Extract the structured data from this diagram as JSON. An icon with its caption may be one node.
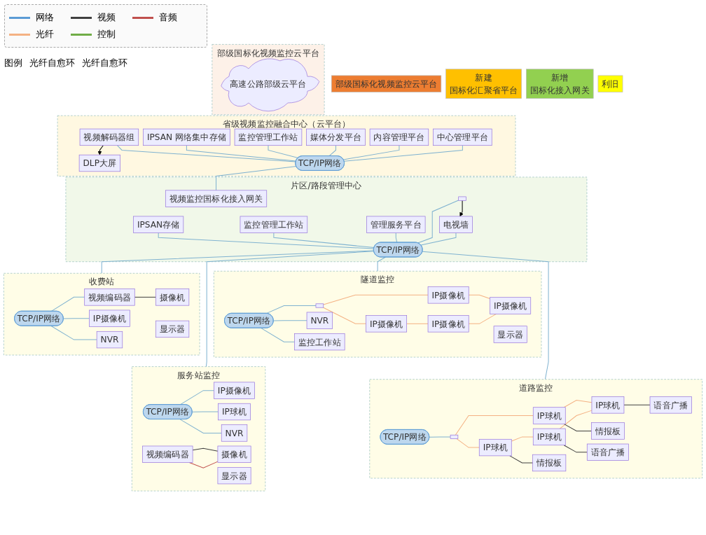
{
  "diagram": {
    "nodes": [
      {
        "text": [
          "部级国标化视频监控云平台"
        ]
      },
      {
        "text": [
          "高速公路部级云平台"
        ],
        "in": 0
      },
      {
        "text": [
          "省级视频监控融合中心（云平台）"
        ]
      },
      {
        "text": [
          "中心管理平台"
        ],
        "in": 2
      },
      {
        "text": [
          "内容管理平台"
        ],
        "in": 2
      },
      {
        "text": [
          "媒体分发平台"
        ],
        "in": 2
      },
      {
        "text": [
          "监控管理工作站"
        ],
        "in": 2
      },
      {
        "text": [
          "IPSAN 网络集中存储"
        ],
        "in": 2
      },
      {
        "text": [
          "视频解码器组"
        ],
        "in": 2
      },
      {
        "text": [
          "DLP大屏"
        ],
        "in": 2
      },
      {
        "text": [
          "TCP/IP网络"
        ],
        "in": 2
      },
      {
        "text": [
          "片区/路段管理中心"
        ]
      },
      {
        "text": [
          "电视墙"
        ],
        "in": 11
      },
      {
        "text": [],
        "shape": "box",
        "in": 11
      },
      {
        "text": [
          "管理服务平台"
        ],
        "in": 11
      },
      {
        "text": [
          "监控管理工作站"
        ],
        "in": 11
      },
      {
        "text": [
          "IPSAN存储"
        ],
        "in": 11
      },
      {
        "text": [
          "视频监控国标化接入网关"
        ],
        "in": 11
      },
      {
        "text": [
          "TCP/IP网络"
        ],
        "in": 11
      },
      {
        "text": [
          "收费站"
        ]
      },
      {
        "text": [
          "TCP/IP网络"
        ],
        "in": 19
      },
      {
        "text": [
          "摄像机"
        ],
        "in": 19
      },
      {
        "text": [
          "视频编码器"
        ],
        "in": 19
      },
      {
        "text": [
          "IP摄像机"
        ],
        "in": 19
      },
      {
        "text": [
          "NVR"
        ],
        "in": 19
      },
      {
        "text": [
          "显示器"
        ],
        "in": 19
      },
      {
        "text": [
          "隧道监控"
        ]
      },
      {
        "text": [
          "TCP/IP网络"
        ],
        "in": 26
      },
      {
        "text": [],
        "shape": "box",
        "in": 26
      },
      {
        "text": [
          "IP摄像机"
        ],
        "in": 26
      },
      {
        "text": [
          "IP摄像机"
        ],
        "in": 26
      },
      {
        "text": [
          "IP摄像机"
        ],
        "in": 26
      },
      {
        "text": [
          "IP摄像机"
        ],
        "in": 26
      },
      {
        "text": [
          "NVR"
        ],
        "in": 26
      },
      {
        "text": [
          "显示器"
        ],
        "in": 26
      },
      {
        "text": [
          "监控工作站"
        ],
        "in": 26
      },
      {
        "text": [
          "道路监控"
        ]
      },
      {
        "text": [
          "TCP/IP网络"
        ],
        "in": 36
      },
      {
        "text": [],
        "shape": "box",
        "in": 36
      },
      {
        "text": [
          "情报板"
        ],
        "in": 36
      },
      {
        "text": [
          "IP球机"
        ],
        "in": 36
      },
      {
        "text": [
          "IP球机"
        ],
        "in": 36
      },
      {
        "text": [
          "情报板"
        ],
        "in": 36
      },
      {
        "text": [
          "语音广播"
        ],
        "in": 36
      },
      {
        "text": [
          "IP球机"
        ],
        "in": 36
      },
      {
        "text": [
          "IP球机"
        ],
        "in": 36
      },
      {
        "text": [
          "语音广播"
        ],
        "in": 36
      },
      {
        "text": [
          "服务站监控"
        ]
      },
      {
        "text": [
          "TCP/IP网络"
        ],
        "in": 47
      },
      {
        "text": [
          "IP摄像机"
        ],
        "in": 47
      },
      {
        "text": [
          "IP球机"
        ],
        "in": 47
      },
      {
        "text": [
          "摄像机"
        ],
        "in": 47
      },
      {
        "text": [
          "视频编码器"
        ],
        "in": 47
      },
      {
        "text": [
          "NVR"
        ],
        "in": 47
      },
      {
        "text": [
          "显示器"
        ],
        "in": 47
      },
      {
        "text": [
          "部级国标化视频监控云平台"
        ]
      },
      {
        "text": [
          "新建",
          "国标化汇聚省平台"
        ]
      },
      {
        "text": [
          "新增",
          "国标化接入网关"
        ]
      },
      {
        "text": [
          "利旧"
        ]
      }
    ],
    "edges": [
      {
        "from": 3,
        "to": 10,
        "arrow": "none"
      },
      {
        "from": 4,
        "to": 10,
        "arrow": "none"
      },
      {
        "from": 5,
        "to": 10,
        "arrow": "none"
      },
      {
        "from": 6,
        "to": 10,
        "arrow": "none"
      },
      {
        "from": 7,
        "to": 10,
        "arrow": "none"
      },
      {
        "from": 8,
        "to": 10,
        "arrow": "none"
      },
      {
        "from": 8,
        "to": 9,
        "arrow": "to",
        "color": "#000000"
      },
      {
        "from": 10,
        "to": 17,
        "arrow": "none"
      },
      {
        "from": 13,
        "to": 12,
        "arrow": "to",
        "color": "#000000"
      },
      {
        "from": 12,
        "to": 18,
        "arrow": "none"
      },
      {
        "from": 13,
        "to": 18,
        "arrow": "none"
      },
      {
        "from": 14,
        "to": 18,
        "arrow": "none"
      },
      {
        "from": 15,
        "to": 18,
        "arrow": "none"
      },
      {
        "from": 16,
        "to": 18,
        "arrow": "none"
      },
      {
        "from": 18,
        "to": 19,
        "arrow": "none"
      },
      {
        "from": 18,
        "to": 26,
        "arrow": "none"
      },
      {
        "from": 18,
        "to": 36,
        "arrow": "none"
      },
      {
        "from": 18,
        "to": 47,
        "arrow": "none"
      },
      {
        "from": 20,
        "to": 22,
        "arrow": "none"
      },
      {
        "from": 20,
        "to": 23,
        "arrow": "none"
      },
      {
        "from": 20,
        "to": 24,
        "arrow": "none"
      },
      {
        "from": 22,
        "to": 21,
        "arrow": "none",
        "color": "#404040"
      },
      {
        "from": 27,
        "to": 28,
        "arrow": "none"
      },
      {
        "from": 27,
        "to": 33,
        "arrow": "none"
      },
      {
        "from": 27,
        "to": 35,
        "arrow": "none"
      },
      {
        "from": 28,
        "to": 29,
        "arrow": "none",
        "color": "#f4b183"
      },
      {
        "from": 28,
        "to": 30,
        "arrow": "none",
        "color": "#f4b183"
      },
      {
        "from": 29,
        "to": 31,
        "arrow": "none",
        "color": "#f4b183"
      },
      {
        "from": 30,
        "to": 32,
        "arrow": "none",
        "color": "#f4b183"
      },
      {
        "from": 31,
        "to": 32,
        "arrow": "none",
        "color": "#f4b183"
      },
      {
        "from": 37,
        "to": 38,
        "arrow": "none"
      },
      {
        "from": 38,
        "to": 40,
        "arrow": "none",
        "color": "#f4b183"
      },
      {
        "from": 38,
        "to": 41,
        "arrow": "none",
        "color": "#f4b183"
      },
      {
        "from": 40,
        "to": 44,
        "arrow": "none",
        "color": "#f4b183"
      },
      {
        "from": 41,
        "to": 45,
        "arrow": "none",
        "color": "#f4b183"
      },
      {
        "from": 44,
        "to": 45,
        "arrow": "none",
        "color": "#f4b183"
      },
      {
        "from": 40,
        "to": 39,
        "arrow": "none",
        "color": "#404040"
      },
      {
        "from": 41,
        "to": 42,
        "arrow": "none",
        "color": "#404040"
      },
      {
        "from": 44,
        "to": 43,
        "arrow": "none",
        "color": "#404040"
      },
      {
        "from": 45,
        "to": 46,
        "arrow": "none",
        "color": "#404040"
      },
      {
        "from": 48,
        "to": 49,
        "arrow": "none"
      },
      {
        "from": 48,
        "to": 50,
        "arrow": "none"
      },
      {
        "from": 48,
        "to": 53,
        "arrow": "none"
      },
      {
        "from": 52,
        "to": 51,
        "arrow": "none",
        "color": "#404040"
      },
      {
        "from": 52,
        "to": 51,
        "arrow": "none",
        "color": "#c0504d"
      }
    ],
    "labels": [
      "图例",
      "光纤自愈环",
      "光纤自愈环"
    ],
    "legend": [
      {
        "text": "网络",
        "color": "#5b9bd5"
      },
      {
        "text": "视频",
        "color": "#404040"
      },
      {
        "text": "音频",
        "color": "#c0504d"
      },
      {
        "text": "光纤",
        "color": "#f4b183"
      },
      {
        "text": "控制",
        "color": "#70ad47"
      }
    ]
  }
}
